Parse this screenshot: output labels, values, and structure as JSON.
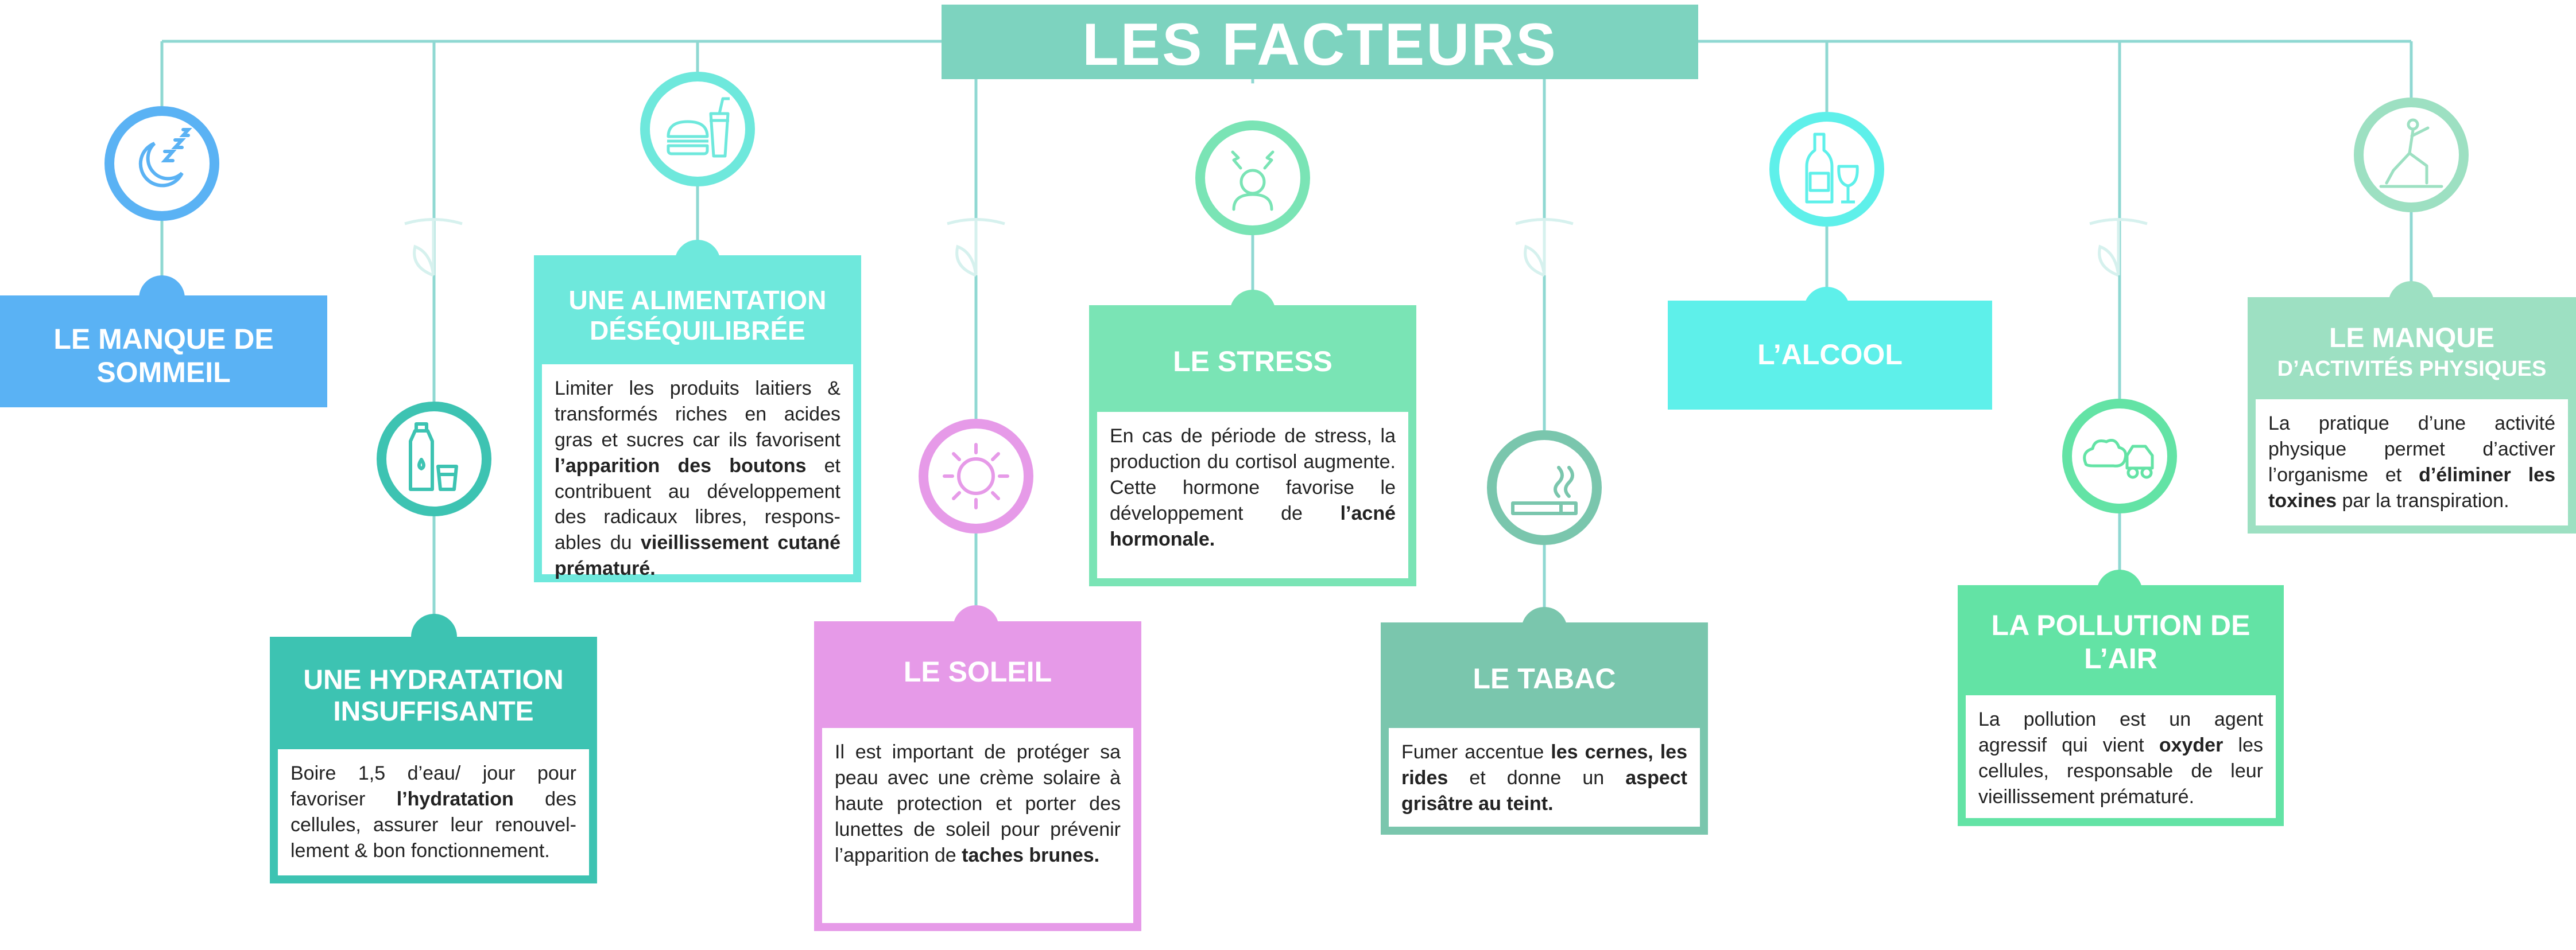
{
  "title": "LES FACTEURS EXTERNES",
  "colors": {
    "title": "#7dd3bf",
    "sleep": "#5ab2f4",
    "hydration": "#3dc3b2",
    "food": "#6ee8dc",
    "sun": "#e69ae8",
    "stress": "#7ae4b5",
    "tobacco": "#7ac6ad",
    "alcohol": "#5ef0ea",
    "pollution": "#63e3a5",
    "sport": "#9de0c2",
    "line": "#8fd8d2"
  },
  "factors": {
    "sleep": {
      "icon": "moon-zzz-icon",
      "heading": "LE MANQUE DE SOMMEIL"
    },
    "hydration": {
      "icon": "water-bottle-glass-icon",
      "heading": "UNE HYDRATATION INSUFFISANTE",
      "text_1": "Boire 1,5 d’eau/ jour pour favoriser ",
      "bold_1": "l’hydratation",
      "text_2": " des cellules, assurer leur renouvel-lement & bon fonctionnement."
    },
    "food": {
      "icon": "burger-drink-icon",
      "heading": "UNE ALIMENTATION DÉSÉQUILIBRÉE",
      "text_1": "Limiter les produits laitiers & transformés riches en acides gras et sucres car ils favorisent ",
      "bold_1": "l’apparition des boutons",
      "text_2": " et contribuent au développement des radicaux libres, respons-ables du ",
      "bold_2": "vieillissement cutané prématuré."
    },
    "sun": {
      "icon": "sun-icon",
      "heading": "LE SOLEIL",
      "text_1": "Il est important de protéger sa peau avec une crème solaire à haute protection et porter des lunettes de soleil pour prévenir l’apparition de ",
      "bold_1": "taches brunes."
    },
    "stress": {
      "icon": "stressed-person-icon",
      "heading": "LE STRESS",
      "text_1": "En cas de période de stress, la production du cortisol augmente. Cette hormone favorise le développement de ",
      "bold_1": "l’acné hormonale."
    },
    "tobacco": {
      "icon": "cigarette-icon",
      "heading": "LE TABAC",
      "text_1": "Fumer accentue ",
      "bold_1": "les cernes, les rides",
      "text_2": " et donne un ",
      "bold_2": "aspect grisâtre au teint."
    },
    "alcohol": {
      "icon": "wine-bottle-glass-icon",
      "heading": "L’ALCOOL"
    },
    "pollution": {
      "icon": "car-exhaust-icon",
      "heading": "LA POLLUTION DE L’AIR",
      "text_1": "La pollution est un agent agressif qui vient ",
      "bold_1": "oxyder",
      "text_2": " les cellules, responsable de leur vieillissement prématuré."
    },
    "sport": {
      "icon": "yoga-pose-icon",
      "heading_1": "LE MANQUE",
      "heading_2": "D’ACTIVITÉS PHYSIQUES",
      "text_1": "La pratique d’une activité physique permet d’activer l’organisme et ",
      "bold_1": "d’éliminer les toxines",
      "text_2": " par la transpiration."
    }
  }
}
